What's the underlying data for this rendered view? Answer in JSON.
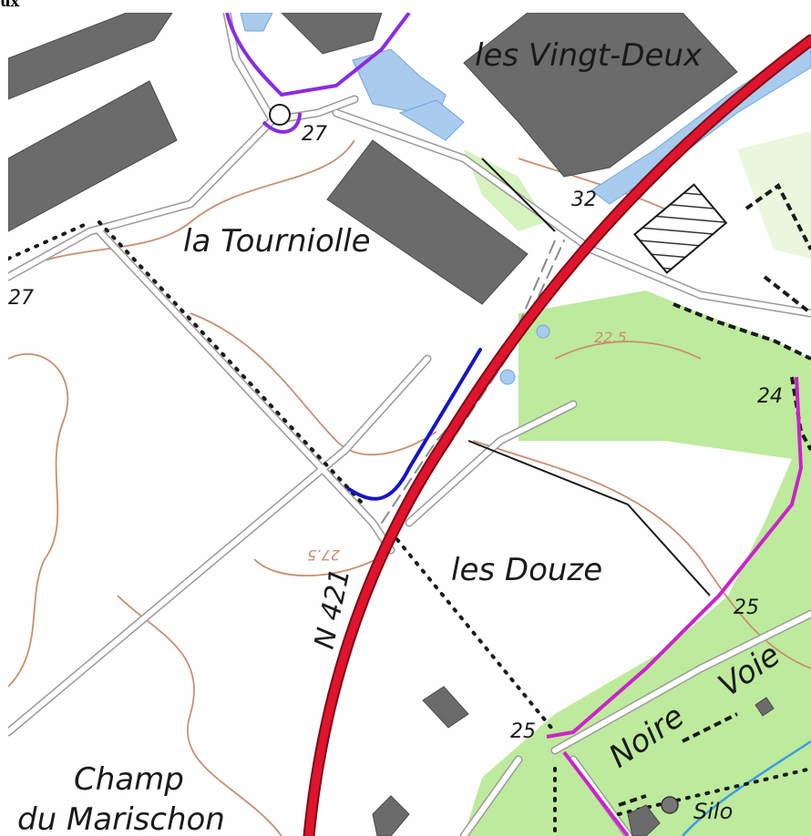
{
  "header": {
    "title_fragment": "ux"
  },
  "map": {
    "colors": {
      "building": "#6b6b6b",
      "building_stroke": "#4a4a4a",
      "national_road": "#e0142c",
      "local_road_casing": "#9a9a9a",
      "water": "#a9cbee",
      "forest": "#bdea9c",
      "contour": "#c98e70",
      "purple_route": "#8a2be2",
      "magenta_route": "#cc22cc",
      "blue_trace": "#1515c8",
      "stream": "#3b9fe0"
    },
    "place_names": {
      "vingt_deux": "les Vingt-Deux",
      "tourniolle": "la Tourniolle",
      "douze": "les Douze",
      "champ": "Champ",
      "marischon": "du Marischon",
      "noire_voie_1": "Noire",
      "noire_voie_2": "Voie",
      "silo": "Silo"
    },
    "road_label": "N 421",
    "elevations": [
      "27",
      "27",
      "32",
      "24",
      "25",
      "25"
    ],
    "contour_labels": [
      "22.5",
      "27.5"
    ],
    "icons": [
      "cemetery-icon",
      "silo-icon",
      "roundabout-icon"
    ]
  }
}
